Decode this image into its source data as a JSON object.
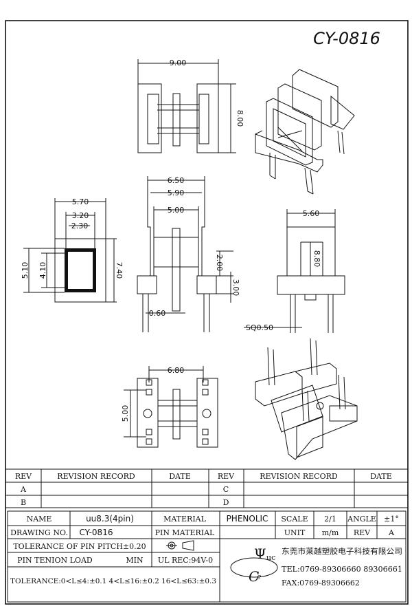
{
  "drawing": {
    "part_number": "CY-0816"
  },
  "dimensions": {
    "top_width": "9.00",
    "top_height": "8.00",
    "front_outer": "6.50",
    "front_mid": "5.90",
    "front_inner": "5.00",
    "front_h1": "2.00",
    "front_h2": "3.00",
    "pin_dia": "0.60",
    "side_outer": "5.70",
    "side_mid": "3.20",
    "side_inner": "2.30",
    "side_h_outer": "5.10",
    "side_h_inner": "4.10",
    "side_h_total": "7.40",
    "right_width": "5.60",
    "right_height": "8.80",
    "pin_square": "SQ0.50",
    "bottom_width": "6.80",
    "bottom_height": "5.00"
  },
  "revision_table": {
    "headers": [
      "REV",
      "REVISION RECORD",
      "DATE",
      "REV",
      "REVISION RECORD",
      "DATE"
    ],
    "row_labels_left": [
      "A",
      "B"
    ],
    "row_labels_right": [
      "C",
      "D"
    ]
  },
  "title_block": {
    "name_label": "NAME",
    "name_value": "uu8.3(4pin)",
    "material_label": "MATERIAL",
    "material_value": "PHENOLIC",
    "scale_label": "SCALE",
    "scale_value": "2/1",
    "angle_label": "ANGLE",
    "angle_value": "±1°",
    "drawing_no_label": "DRAWING NO.",
    "drawing_no_value": "CY-0816",
    "pin_material_label": "PIN MATERIAL",
    "unit_label": "UNIT",
    "unit_value": "m/m",
    "rev_label": "REV",
    "rev_value": "A",
    "tolerance_pitch": "TOLERANCE OF PIN PITCH±0.20",
    "pin_tension_label": "PIN TENION LOAD",
    "pin_tension_value": "MIN",
    "ul_rec": "UL REC:94V-0",
    "tolerance_line": "TOLERANCE:0<L≤4:±0.1  4<L≤16:±0.2  16<L≤63:±0.3",
    "company": "东莞市莱越塑胶电子科技有限公司",
    "tel": "TEL:0769-89306660 89306661",
    "fax": "FAX:0769-89306662"
  },
  "colors": {
    "line": "#111111",
    "background": "#ffffff"
  }
}
